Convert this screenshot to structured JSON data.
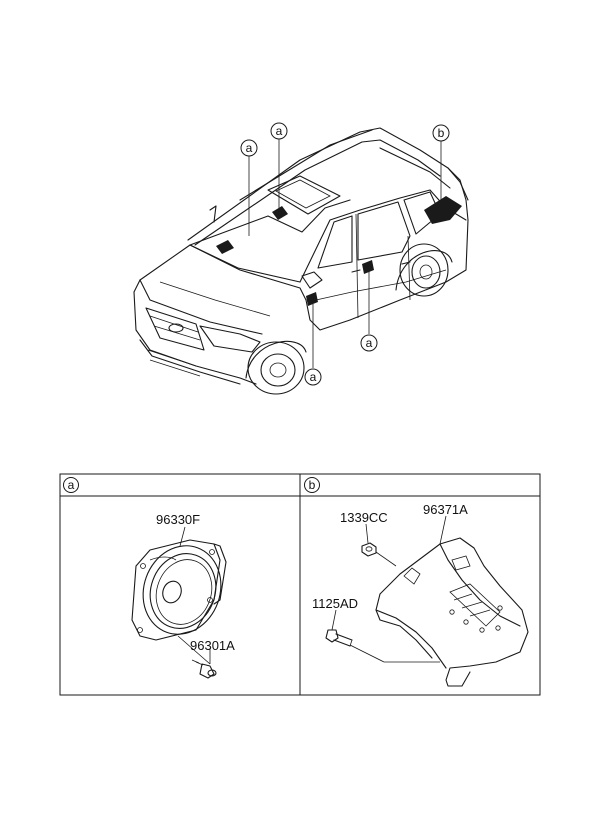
{
  "callouts": {
    "ref_a": "a",
    "ref_b": "b"
  },
  "panels": {
    "a": {
      "header": "a",
      "parts": [
        {
          "id": "speaker",
          "label": "96330F"
        },
        {
          "id": "screw",
          "label": "96301A"
        }
      ]
    },
    "b": {
      "header": "b",
      "parts": [
        {
          "id": "nut",
          "label": "1339CC"
        },
        {
          "id": "amplifier",
          "label": "96371A"
        },
        {
          "id": "bolt",
          "label": "1125AD"
        }
      ]
    }
  }
}
